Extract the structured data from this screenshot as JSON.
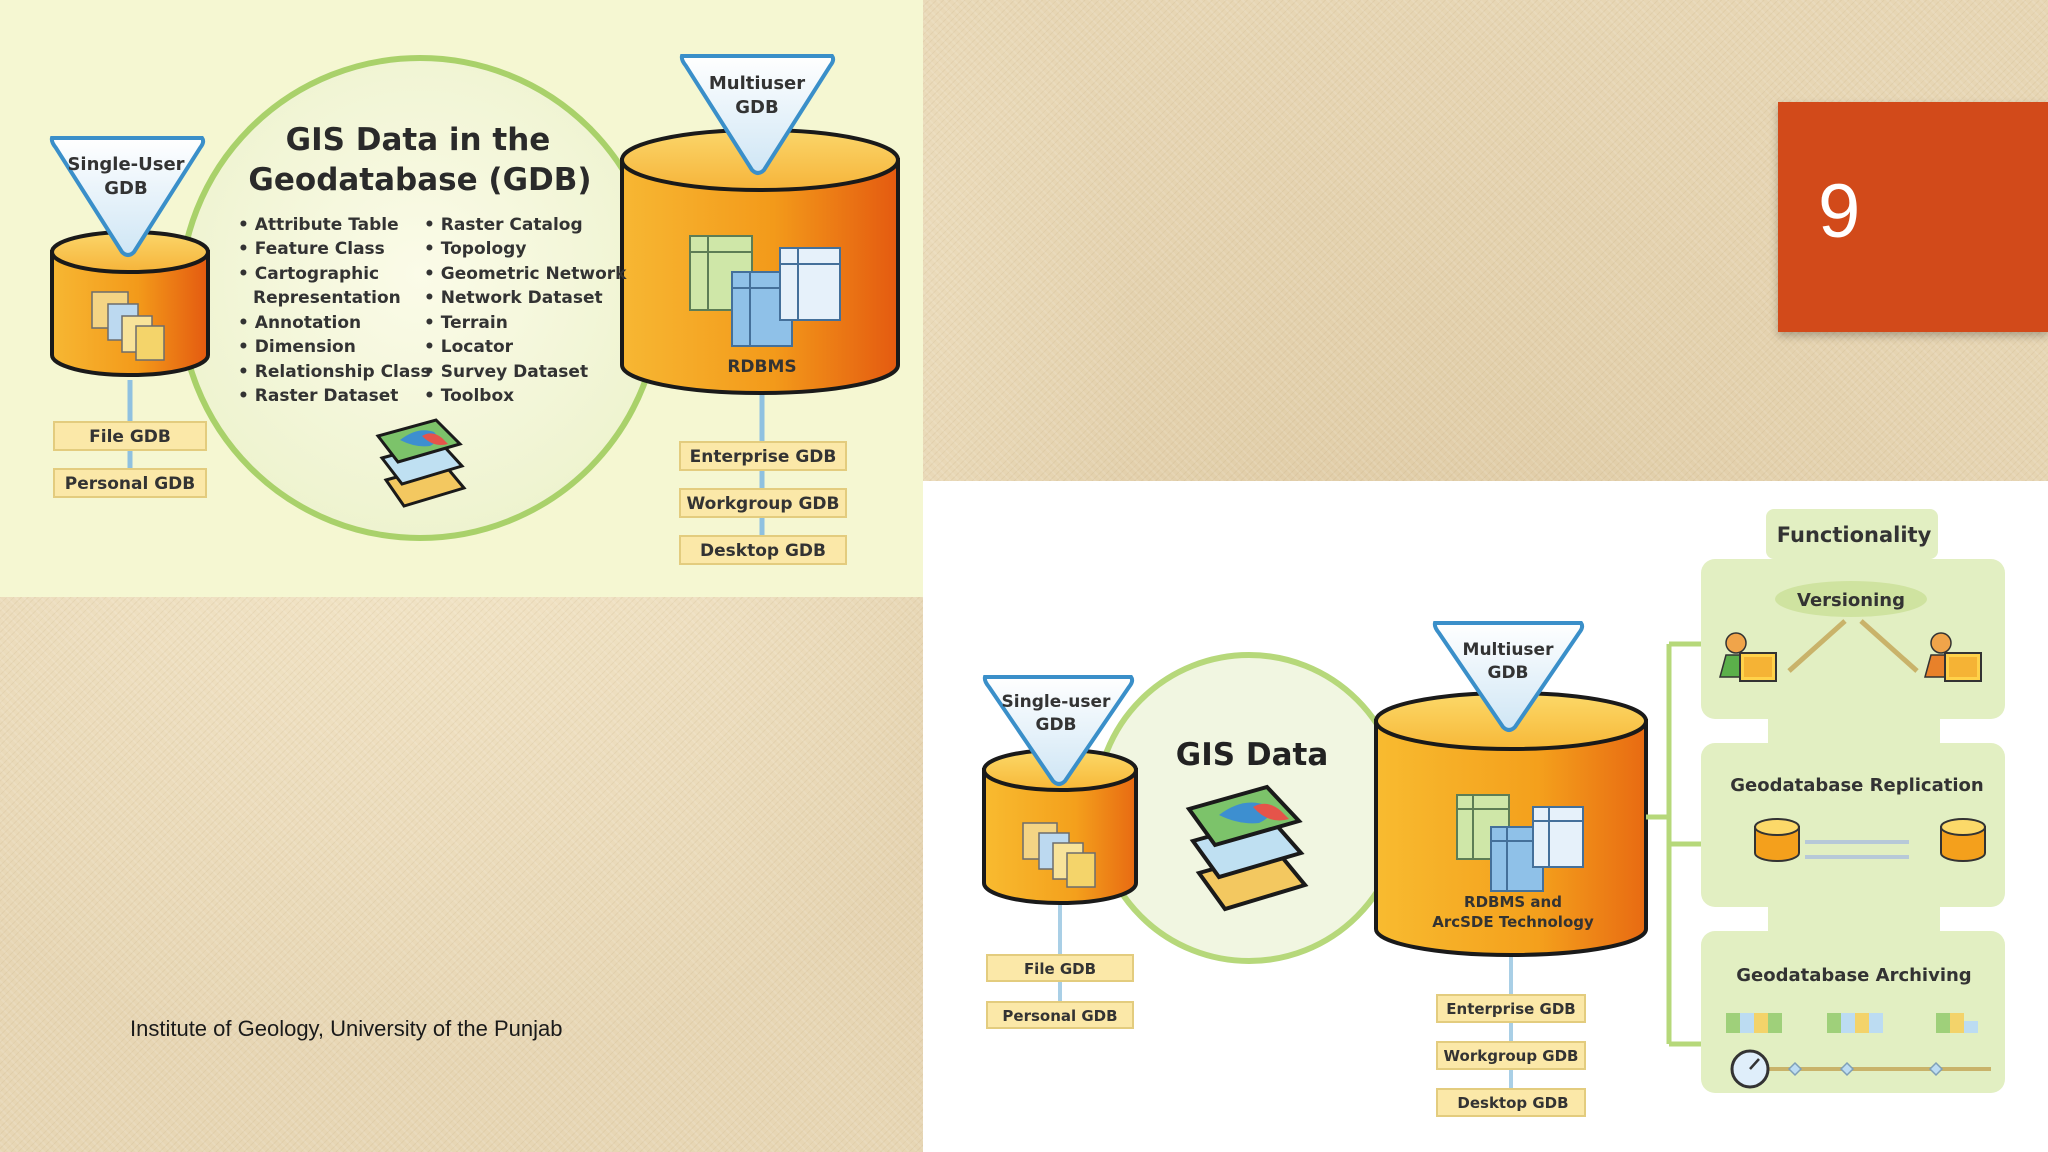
{
  "slide": {
    "number": "9",
    "footer": "Institute of Geology, University of the Punjab"
  },
  "figure1": {
    "title_line1": "GIS Data in the",
    "title_line2": "Geodatabase (GDB)",
    "single_user_line1": "Single-User",
    "single_user_line2": "GDB",
    "multiuser_line1": "Multiuser",
    "multiuser_line2": "GDB",
    "rdbms": "RDBMS",
    "left_types": [
      "File GDB",
      "Personal GDB"
    ],
    "right_types": [
      "Enterprise GDB",
      "Workgroup GDB",
      "Desktop GDB"
    ],
    "list_left": [
      "• Attribute Table",
      "• Feature Class",
      "• Cartographic",
      "Representation",
      "• Annotation",
      "• Dimension",
      "• Relationship Class",
      "• Raster Dataset"
    ],
    "list_right": [
      "• Raster Catalog",
      "• Topology",
      "• Geometric Network",
      "• Network Dataset",
      "• Terrain",
      "• Locator",
      "• Survey Dataset",
      "• Toolbox"
    ]
  },
  "figure2": {
    "title": "GIS Data",
    "single_user_line1": "Single-user",
    "single_user_line2": "GDB",
    "multiuser_line1": "Multiuser",
    "multiuser_line2": "GDB",
    "rdbms_line1": "RDBMS and",
    "rdbms_line2": "ArcSDE Technology",
    "left_types": [
      "File GDB",
      "Personal GDB"
    ],
    "right_types": [
      "Enterprise GDB",
      "Workgroup GDB",
      "Desktop GDB"
    ],
    "functionality": "Functionality",
    "versioning": "Versioning",
    "replication": "Geodatabase Replication",
    "archiving": "Geodatabase Archiving"
  },
  "colors": {
    "badge": "#d24a1a",
    "cylinder_orange": "#f0a020",
    "panel_green": "#e2efc2",
    "label_box": "#fbe8a8"
  }
}
